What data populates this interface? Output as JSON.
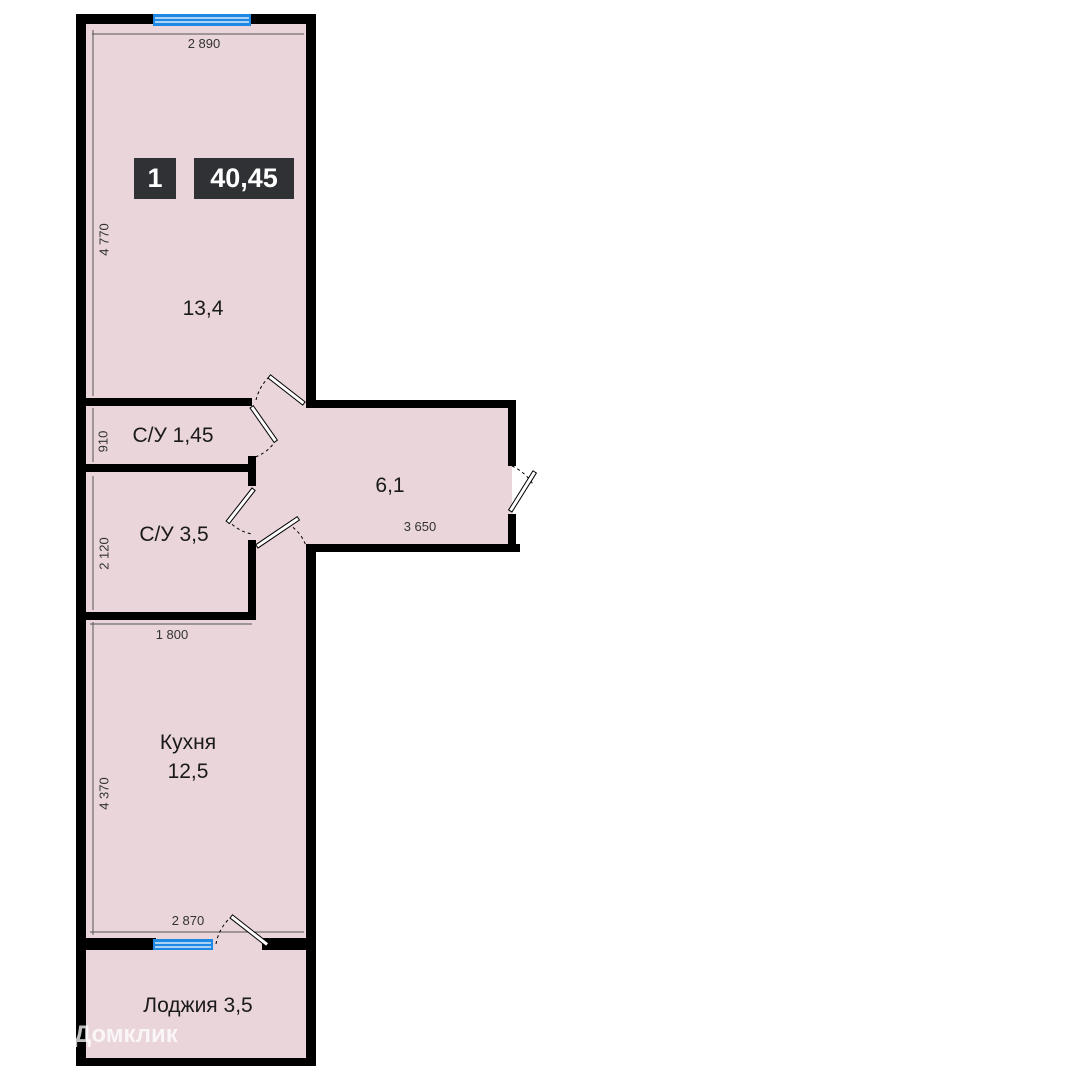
{
  "apartment": {
    "rooms_count": "1",
    "total_area": "40,45"
  },
  "rooms": {
    "living": {
      "label": "13,4"
    },
    "bath_small": {
      "label": "С/У 1,45"
    },
    "hall": {
      "label": "6,1"
    },
    "bath_large": {
      "label": "С/У 3,5"
    },
    "kitchen": {
      "name": "Кухня",
      "area": "12,5"
    },
    "loggia": {
      "label": "Лоджия 3,5"
    }
  },
  "dimensions": {
    "living_width": "2 890",
    "living_length": "4 770",
    "bath_small_depth": "910",
    "bath_large_depth": "2 120",
    "hall_length": "3 650",
    "bath_large_width": "1 800",
    "kitchen_length": "4 370",
    "kitchen_width": "2 870"
  },
  "colors": {
    "floor": "#e9d5da",
    "wall": "#000000",
    "window": "#1e88e5",
    "badge_bg": "#2f3134"
  },
  "watermark": {
    "text": "Домклик",
    "icon": "house-icon"
  }
}
